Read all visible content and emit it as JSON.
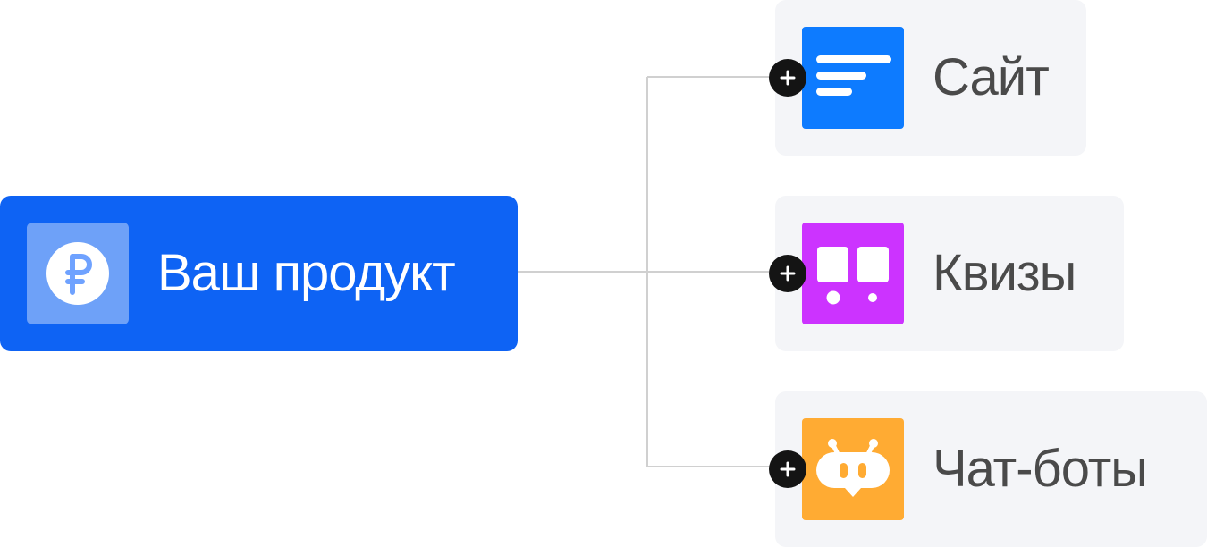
{
  "product": {
    "label": "Ваш продукт",
    "icon": "ruble-icon",
    "color": "#0e63f4"
  },
  "channels": [
    {
      "label": "Сайт",
      "icon": "website-icon",
      "color": "#0d7bff"
    },
    {
      "label": "Квизы",
      "icon": "quiz-icon",
      "color": "#cc33ff"
    },
    {
      "label": "Чат-боты",
      "icon": "chatbot-icon",
      "color": "#ffab33"
    }
  ],
  "colors": {
    "connector": "#d0d0d0",
    "card_background": "#f4f5f8",
    "badge": "#141414"
  }
}
